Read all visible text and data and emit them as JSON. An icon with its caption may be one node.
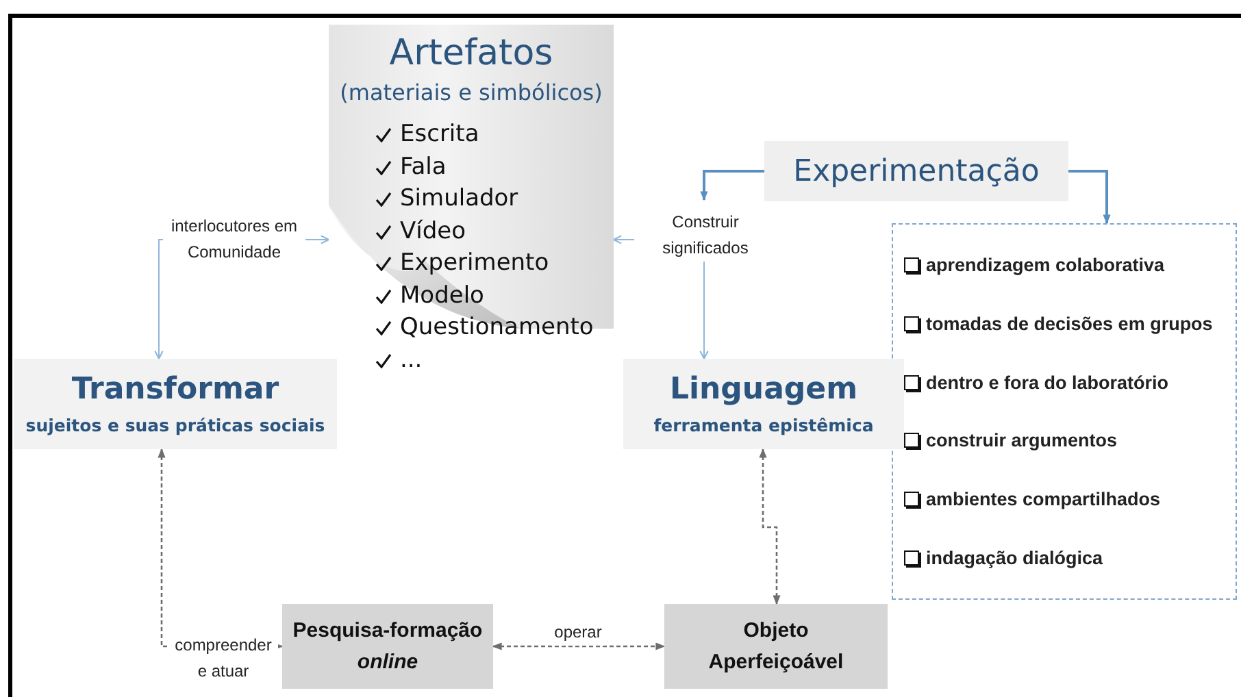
{
  "diagram": {
    "nodes": [
      {
        "text": [
          "Artefatos",
          "(materiais e simbólicos)",
          "Escrita",
          "Fala",
          "Simulador",
          "Vídeo",
          "Experimento",
          "Modelo",
          "Questionamento",
          "..."
        ]
      },
      {
        "text": [
          "Experimentação"
        ]
      },
      {
        "text": [
          "aprendizagem colaborativa",
          "tomadas de decisões em grupos",
          "dentro e fora do laboratório",
          "construir argumentos",
          "ambientes compartilhados",
          "indagação dialógica"
        ]
      },
      {
        "text": [
          "Transformar",
          "sujeitos e suas práticas sociais"
        ]
      },
      {
        "text": [
          "Linguagem",
          "ferramenta epistêmica"
        ]
      },
      {
        "text": [
          "Pesquisa-formação *online*"
        ]
      },
      {
        "text": [
          "Objeto Aperfeiçoável"
        ]
      }
    ],
    "edges": [
      {
        "from": 3,
        "to": 0,
        "arrow": "both",
        "label": "interlocutores em Comunidade",
        "color": "#8fb7dc"
      },
      {
        "from": 4,
        "to": 0,
        "arrow": "both",
        "label": "Construir significados",
        "color": "#8fb7dc"
      },
      {
        "from": 1,
        "to": null,
        "arrow": "to",
        "color": "#5a8fc2"
      },
      {
        "from": 1,
        "to": 2,
        "arrow": "to",
        "color": "#5a8fc2"
      },
      {
        "from": 3,
        "to": 5,
        "arrow": "both",
        "label": "compreender e atuar",
        "style": "dashed",
        "color": "#6e6e6e"
      },
      {
        "from": 5,
        "to": 6,
        "arrow": "both",
        "label": "operar",
        "style": "dashed",
        "color": "#6e6e6e"
      },
      {
        "from": 4,
        "to": 6,
        "arrow": "both",
        "style": "dashed",
        "color": "#6e6e6e"
      }
    ]
  }
}
